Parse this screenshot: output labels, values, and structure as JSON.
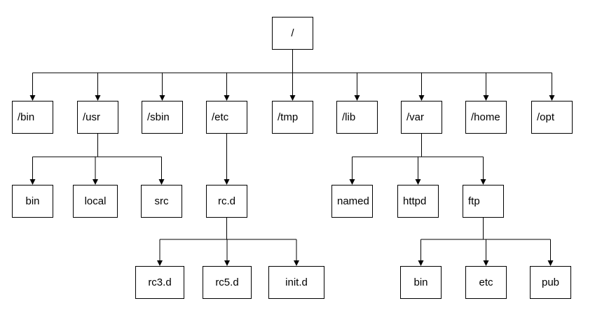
{
  "diagram": {
    "type": "directory-tree",
    "line_color": "#000000",
    "box_border": "#000000",
    "background": "#ffffff",
    "nodes": [
      {
        "id": "root",
        "label": "/",
        "parent": null
      },
      {
        "id": "bin",
        "label": "/bin",
        "parent": "root"
      },
      {
        "id": "usr",
        "label": "/usr",
        "parent": "root"
      },
      {
        "id": "sbin",
        "label": "/sbin",
        "parent": "root"
      },
      {
        "id": "etc",
        "label": "/etc",
        "parent": "root"
      },
      {
        "id": "tmp",
        "label": "/tmp",
        "parent": "root"
      },
      {
        "id": "lib",
        "label": "/lib",
        "parent": "root"
      },
      {
        "id": "var",
        "label": "/var",
        "parent": "root"
      },
      {
        "id": "home",
        "label": "/home",
        "parent": "root"
      },
      {
        "id": "opt",
        "label": "/opt",
        "parent": "root"
      },
      {
        "id": "usr_bin",
        "label": "bin",
        "parent": "usr"
      },
      {
        "id": "usr_local",
        "label": "local",
        "parent": "usr"
      },
      {
        "id": "usr_src",
        "label": "src",
        "parent": "usr"
      },
      {
        "id": "etc_rcd",
        "label": "rc.d",
        "parent": "etc"
      },
      {
        "id": "rc3d",
        "label": "rc3.d",
        "parent": "etc_rcd"
      },
      {
        "id": "rc5d",
        "label": "rc5.d",
        "parent": "etc_rcd"
      },
      {
        "id": "initd",
        "label": "init.d",
        "parent": "etc_rcd"
      },
      {
        "id": "var_named",
        "label": "named",
        "parent": "var"
      },
      {
        "id": "var_httpd",
        "label": "httpd",
        "parent": "var"
      },
      {
        "id": "var_ftp",
        "label": "ftp",
        "parent": "var"
      },
      {
        "id": "ftp_bin",
        "label": "bin",
        "parent": "var_ftp"
      },
      {
        "id": "ftp_etc",
        "label": "etc",
        "parent": "var_ftp"
      },
      {
        "id": "ftp_pub",
        "label": "pub",
        "parent": "var_ftp"
      }
    ]
  }
}
